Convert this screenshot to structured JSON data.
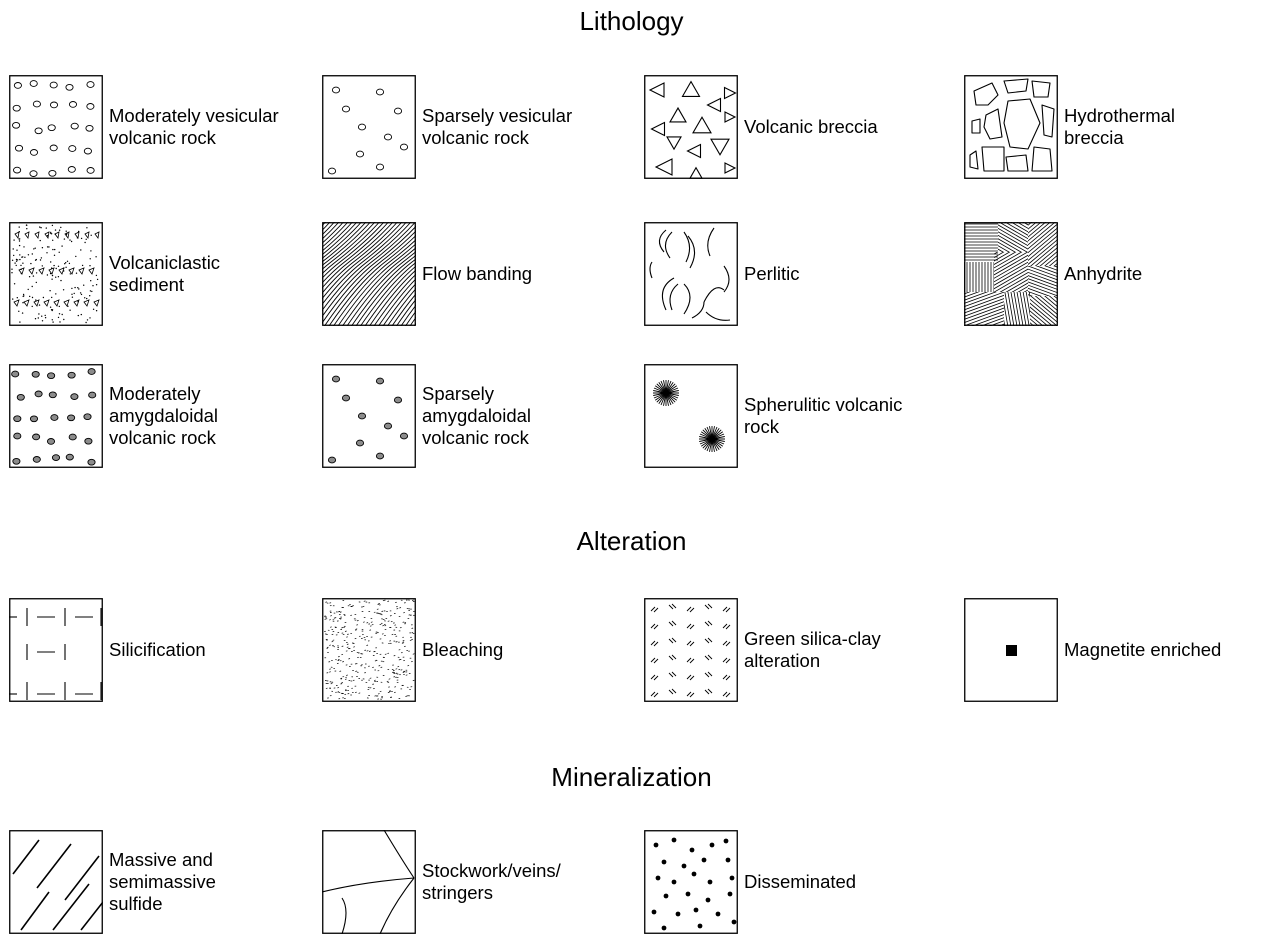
{
  "sections": [
    {
      "title": "Lithology",
      "items": [
        {
          "pattern": "moderately-vesicular",
          "label": "Moderately vesicular\nvolcanic rock"
        },
        {
          "pattern": "sparsely-vesicular",
          "label": "Sparsely vesicular\nvolcanic rock"
        },
        {
          "pattern": "volcanic-breccia",
          "label": "Volcanic breccia"
        },
        {
          "pattern": "hydrothermal-breccia",
          "label": "Hydrothermal\nbreccia"
        },
        {
          "pattern": "volcaniclastic-sediment",
          "label": "Volcaniclastic\nsediment"
        },
        {
          "pattern": "flow-banding",
          "label": "Flow banding"
        },
        {
          "pattern": "perlitic",
          "label": "Perlitic"
        },
        {
          "pattern": "anhydrite",
          "label": "Anhydrite"
        },
        {
          "pattern": "moderately-amygdaloidal",
          "label": "Moderately\namygdaloidal\nvolcanic rock"
        },
        {
          "pattern": "sparsely-amygdaloidal",
          "label": "Sparsely\namygdaloidal\nvolcanic rock"
        },
        {
          "pattern": "spherulitic",
          "label": "Spherulitic volcanic\nrock"
        }
      ]
    },
    {
      "title": "Alteration",
      "items": [
        {
          "pattern": "silicification",
          "label": "Silicification"
        },
        {
          "pattern": "bleaching",
          "label": "Bleaching"
        },
        {
          "pattern": "green-silica-clay",
          "label": "Green silica-clay\nalteration"
        },
        {
          "pattern": "magnetite-enriched",
          "label": "Magnetite enriched"
        }
      ]
    },
    {
      "title": "Mineralization",
      "items": [
        {
          "pattern": "massive-sulfide",
          "label": "Massive and\nsemimassive\nsulfide"
        },
        {
          "pattern": "stockwork",
          "label": "Stockwork/veins/\nstringers"
        },
        {
          "pattern": "disseminated",
          "label": "Disseminated"
        }
      ]
    }
  ]
}
